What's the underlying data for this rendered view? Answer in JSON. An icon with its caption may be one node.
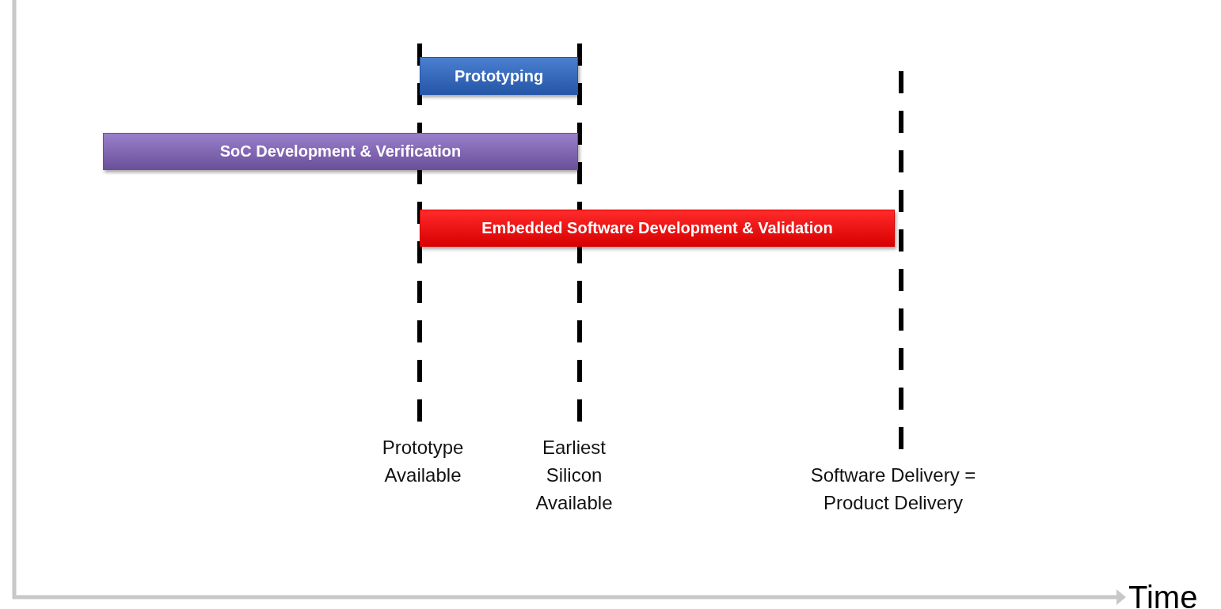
{
  "diagram": {
    "nodes": [
      {
        "text": [
          "Prototyping"
        ]
      },
      {
        "text": [
          "SoC Development & Verification"
        ]
      },
      {
        "text": [
          "Embedded Software Development & Validation"
        ]
      }
    ],
    "labels": [
      "Prototype Available",
      "Earliest Silicon Available",
      "Software Delivery = Product Delivery",
      "Time"
    ]
  }
}
